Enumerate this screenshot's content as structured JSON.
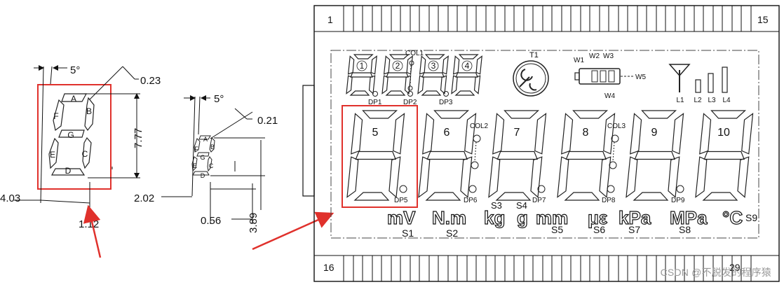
{
  "left_diagram": {
    "segment_letters": [
      "A",
      "B",
      "C",
      "D",
      "E",
      "F",
      "G"
    ],
    "big_digit": {
      "angle": "5°",
      "stroke_width": "0.23",
      "height": "7.77",
      "width": "4.03",
      "bottom_dim": "1.12"
    },
    "small_digit": {
      "angle": "5°",
      "stroke_width": "0.21",
      "width": "2.02",
      "height": "3.89",
      "bottom_dim": "0.56"
    }
  },
  "lcd_panel": {
    "pin_first_top": "1",
    "pin_last_top": "15",
    "pin_first_bottom": "16",
    "pin_last_bottom": "29",
    "small_digits": [
      "1",
      "2",
      "3",
      "4"
    ],
    "small_dps": [
      "DP1",
      "DP2",
      "DP3"
    ],
    "col1": "COL1",
    "t1": "T1",
    "battery": {
      "w1": "W1",
      "w2": "W2",
      "w3": "W3",
      "w4": "W4",
      "w5": "W5"
    },
    "signal": [
      "L1",
      "L2",
      "L3",
      "L4"
    ],
    "big_digits": [
      "5",
      "6",
      "7",
      "8",
      "9",
      "10"
    ],
    "big_dps": [
      "DP5",
      "DP6",
      "DP7",
      "DP8",
      "DP9"
    ],
    "col2": "COL2",
    "col3": "COL3",
    "s3": "S3",
    "s4": "S4",
    "units": [
      "mV",
      "N.m",
      "kg",
      "g",
      "mm",
      "με",
      "kPa",
      "MPa",
      "°C"
    ],
    "unit_symbols": [
      "S1",
      "S2",
      "S5",
      "S6",
      "S7",
      "S8",
      "S9"
    ]
  },
  "watermark": "CSDN @不脱发的程序猿"
}
